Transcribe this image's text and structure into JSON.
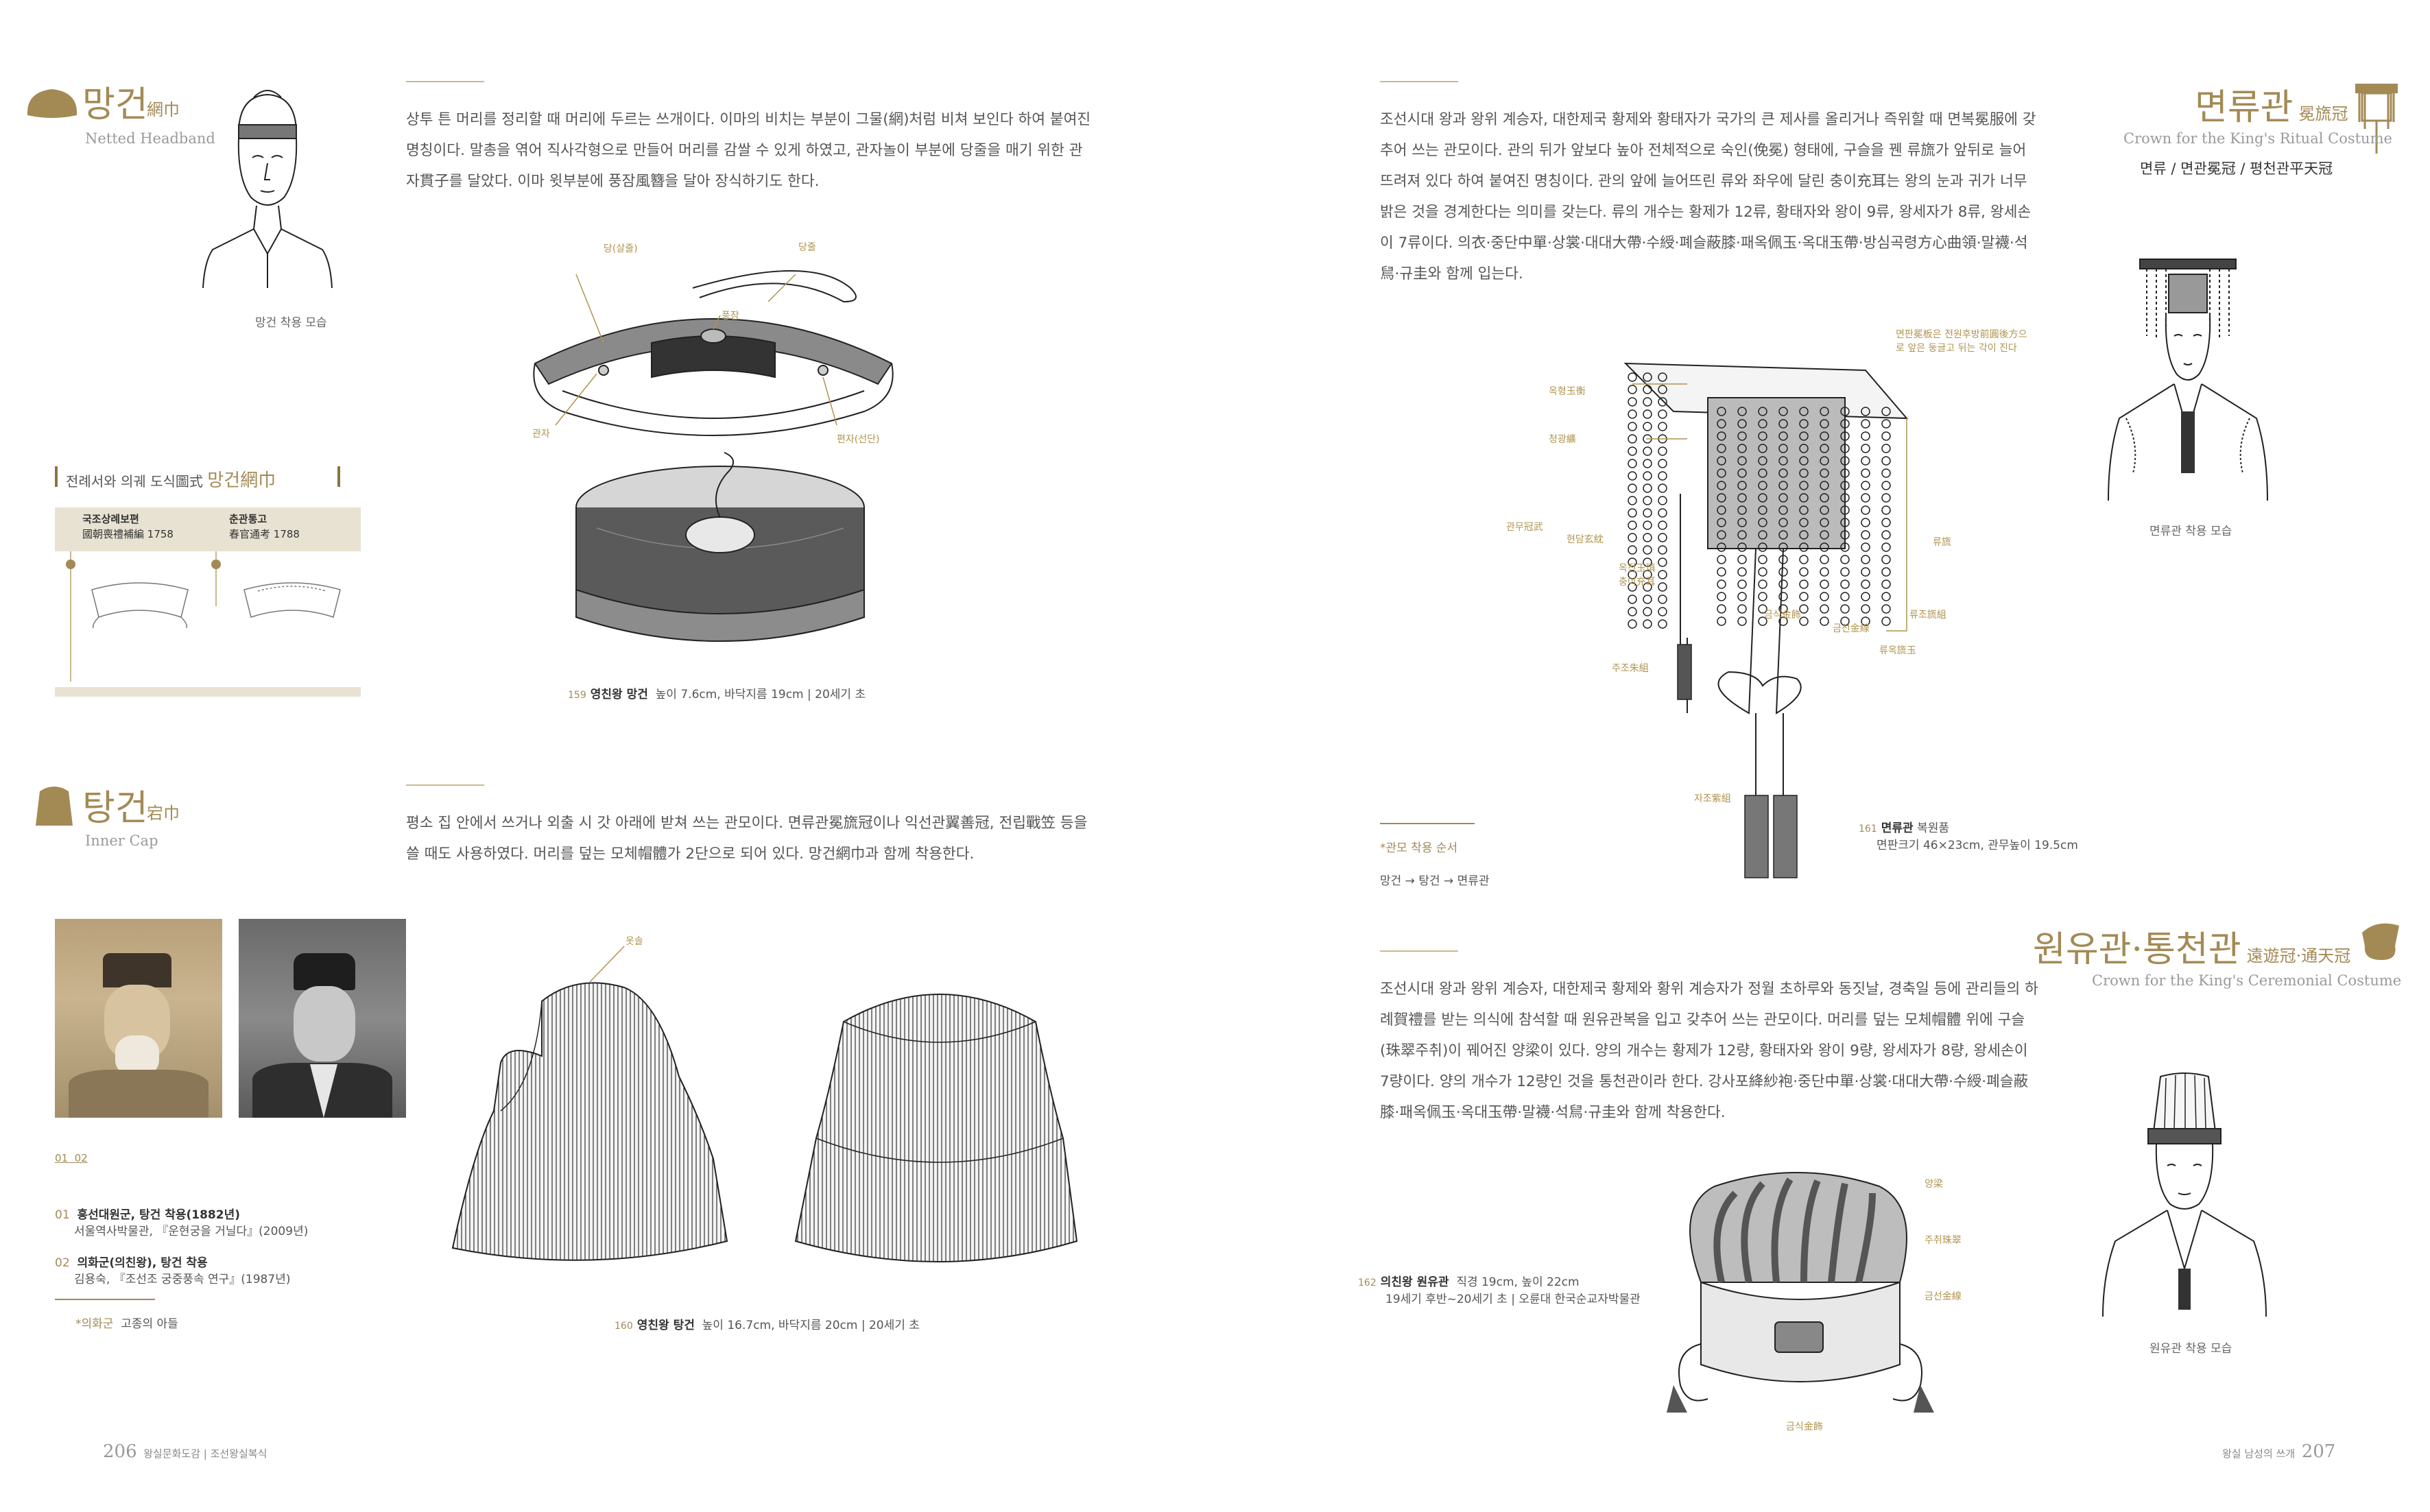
{
  "left": {
    "manggeon": {
      "title_ko": "망건",
      "title_hanja": "網巾",
      "title_en": "Netted Headband",
      "portrait_caption": "망건 착용 모습",
      "body": "상투 튼 머리를 정리할 때 머리에 두르는 쓰개이다. 이마의 비치는 부분이 그물(網)처럼 비쳐 보인다 하여 붙여진 명칭이다. 말총을 엮어 직사각형으로 만들어 머리를 감쌀 수 있게 하였고, 관자놀이 부분에 당줄을 매기 위한 관자貫子를 달았다. 이마 윗부분에 풍잠風簪을 달아 장식하기도 한다.",
      "diagram_labels": [
        "당(살줄)",
        "당줄",
        "풍잠",
        "관자",
        "편자(선단)"
      ],
      "artifact_caption": {
        "num": "159",
        "name": "영친왕 망건",
        "detail": "높이 7.6cm, 바닥지름 19cm  |  20세기 초"
      },
      "box": {
        "heading_prefix": "전례서와 의궤 도식圖式",
        "heading_word": "망건網巾",
        "sources": [
          {
            "ko": "국조상례보편",
            "hanja": "國朝喪禮補編",
            "year": "1758"
          },
          {
            "ko": "춘관통고",
            "hanja": "春官通考",
            "year": "1788"
          }
        ]
      }
    },
    "danggeon": {
      "title_ko": "탕건",
      "title_hanja": "宕巾",
      "title_en": "Inner Cap",
      "body": "평소 집 안에서 쓰거나 외출 시 갓 아래에 받쳐 쓰는 관모이다. 면류관冕旒冠이나 익선관翼善冠, 전립戰笠 등을 쓸 때도 사용하였다. 머리를 덮는 모체帽體가 2단으로 되어 있다. 망건網巾과 함께 착용한다.",
      "diagram_label": "옷솔",
      "photo_ids": "01  02",
      "photo_captions": [
        {
          "num": "01",
          "title": "흥선대원군, 탕건 착용(1882년)",
          "source": "서울역사박물관, 『운현궁을 거닐다』(2009년)"
        },
        {
          "num": "02",
          "title": "의화군(의친왕), 탕건 착용",
          "source": "김용숙, 『조선조 궁중풍속 연구』(1987년)"
        }
      ],
      "note_label": "*의화군",
      "note_text": "고종의 아들",
      "artifact_caption": {
        "num": "160",
        "name": "영친왕 탕건",
        "detail": "높이 16.7cm, 바닥지름 20cm  |  20세기 초"
      }
    },
    "footer": {
      "page": "206",
      "book": "왕실문화도감",
      "section": "조선왕실복식"
    }
  },
  "right": {
    "myeonryugwan": {
      "title_ko": "면류관",
      "title_hanja": "冕旒冠",
      "title_en": "Crown for the King's Ritual Costume",
      "aliases": "면류 / 면관冕冠 / 평천관平天冠",
      "body": "조선시대 왕과 왕위 계승자, 대한제국 황제와 황태자가 국가의 큰 제사를 올리거나 즉위할 때 면복冕服에 갖추어 쓰는 관모이다. 관의 뒤가 앞보다 높아 전체적으로 숙인(俛冕) 형태에, 구슬을 꿴 류旒가 앞뒤로 늘어뜨려져 있다 하여 붙여진 명칭이다. 관의 앞에 늘어뜨린 류와 좌우에 달린 충이充耳는 왕의 눈과 귀가 너무 밝은 것을 경계한다는 의미를 갖는다. 류의 개수는 황제가 12류, 황태자와 왕이 9류, 왕세자가 8류, 왕세손이 7류이다. 의衣·중단中單·상裳·대대大帶·수綬·폐슬蔽膝·패옥佩玉·옥대玉帶·방심곡령方心曲領·말襪·석舃·규圭와 함께 입는다.",
      "diagram_labels": [
        "면판冕板은 전원후방前圓後方으로 앞은 둥글고 뒤는 각이 진다",
        "옥형玉衡",
        "청광纊",
        "관무冠武",
        "현담玄紞",
        "옥진玉瑱 충이充耳",
        "주조朱組",
        "류旒",
        "금식金飾",
        "금선金線",
        "류조旒組",
        "류옥旒玉",
        "자조紫組"
      ],
      "portrait_caption": "면류관 착용 모습",
      "order_label": "*관모 착용 순서",
      "order_text": "망건 → 탕건 → 면류관",
      "artifact_caption": {
        "num": "161",
        "name": "면류관",
        "detail1": "복원품",
        "detail2": "면판크기 46×23cm, 관무높이 19.5cm"
      }
    },
    "wonyugwan": {
      "title_ko": "원유관·통천관",
      "title_hanja": "遠遊冠·通天冠",
      "title_en": "Crown for the King's Ceremonial Costume",
      "body": "조선시대 왕과 왕위 계승자, 대한제국 황제와 황위 계승자가 정월 초하루와 동짓날, 경축일 등에 관리들의 하례賀禮를 받는 의식에 참석할 때 원유관복을 입고 갖추어 쓰는 관모이다. 머리를 덮는 모체帽體 위에 구슬(珠翠주취)이 꿰어진 양梁이 있다. 양의 개수는 황제가 12량, 황태자와 왕이 9량, 왕세자가 8량, 왕세손이 7량이다. 양의 개수가 12량인 것을 통천관이라 한다. 강사포絳紗袍·중단中單·상裳·대대大帶·수綬·폐슬蔽膝·패옥佩玉·옥대玉帶·말襪·석舃·규圭와 함께 착용한다.",
      "diagram_labels": [
        "양梁",
        "주취珠翠",
        "금선金線",
        "금식金飾"
      ],
      "portrait_caption": "원유관 착용 모습",
      "artifact_caption": {
        "num": "162",
        "name": "의친왕 원유관",
        "detail1": "직경 19cm, 높이 22cm",
        "detail2": "19세기 후반~20세기 초  |  오륜대 한국순교자박물관"
      }
    },
    "footer": {
      "page": "207",
      "section": "왕실 남성의 쓰개"
    }
  },
  "colors": {
    "accent": "#a38a55",
    "rule": "#c9b98e",
    "box_band": "#e8e2d2"
  }
}
